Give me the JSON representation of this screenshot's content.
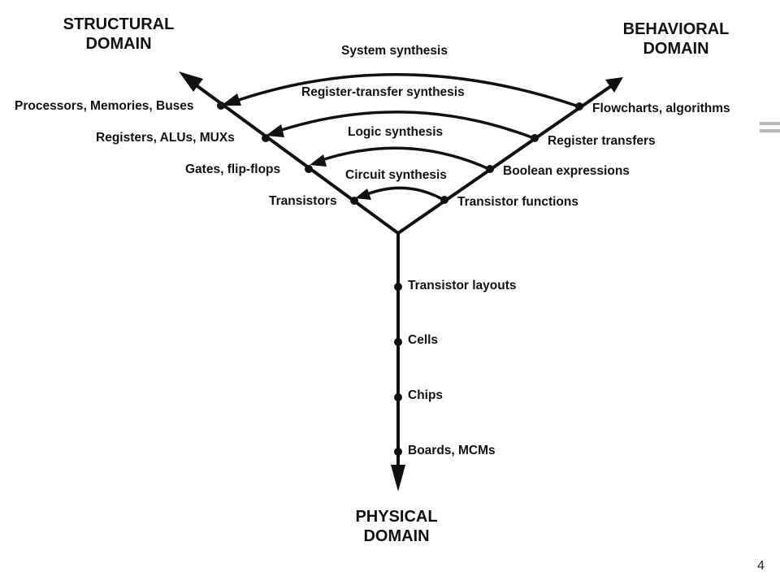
{
  "domains": {
    "structural": [
      "STRUCTURAL",
      "DOMAIN"
    ],
    "behavioral": [
      "BEHAVIORAL",
      "DOMAIN"
    ],
    "physical": [
      "PHYSICAL",
      "DOMAIN"
    ]
  },
  "structural_levels": [
    "Processors, Memories, Buses",
    "Registers, ALUs, MUXs",
    "Gates, flip-flops",
    "Transistors"
  ],
  "behavioral_levels": [
    "Flowcharts, algorithms",
    "Register transfers",
    "Boolean expressions",
    "Transistor functions"
  ],
  "physical_levels": [
    "Transistor layouts",
    "Cells",
    "Chips",
    "Boards, MCMs"
  ],
  "synthesis_arcs": [
    "System synthesis",
    "Register-transfer synthesis",
    "Logic synthesis",
    "Circuit synthesis"
  ],
  "slide_number": "4",
  "colors": {
    "ink": "#111111",
    "background": "#ffffff",
    "decor_bar": "#b8b8b8"
  }
}
